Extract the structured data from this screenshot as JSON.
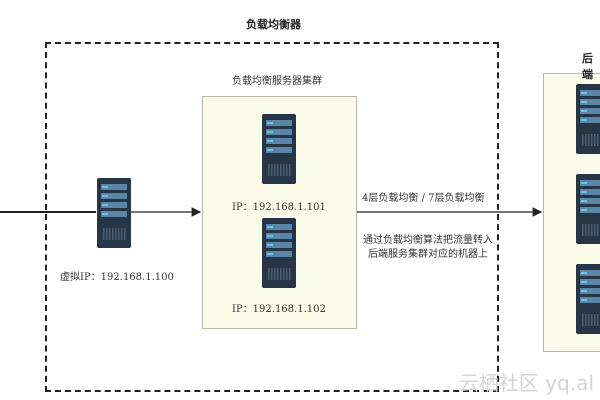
{
  "diagram": {
    "lb_title": "负载均衡器",
    "cluster_title": "负载均衡服务器集群",
    "backend_title": "后端",
    "virtual_ip": "虚拟IP：192.168.1.100",
    "server1_ip": "IP：192.168.1.101",
    "server2_ip": "IP：192.168.1.102",
    "layer_label": "4层负载均衡 / 7层负载均衡",
    "description": "通过负载均衡算法把流量转入后端服务集群对应的机器上"
  },
  "watermark": "云栖社区 yq.al",
  "colors": {
    "server_body": "#263646",
    "server_stripe": "#5b86a8",
    "server_light": "#6cc3e6",
    "box_fill": "#fbfbe9",
    "line": "#222222"
  },
  "icons": {
    "server": "server-rack-icon"
  }
}
